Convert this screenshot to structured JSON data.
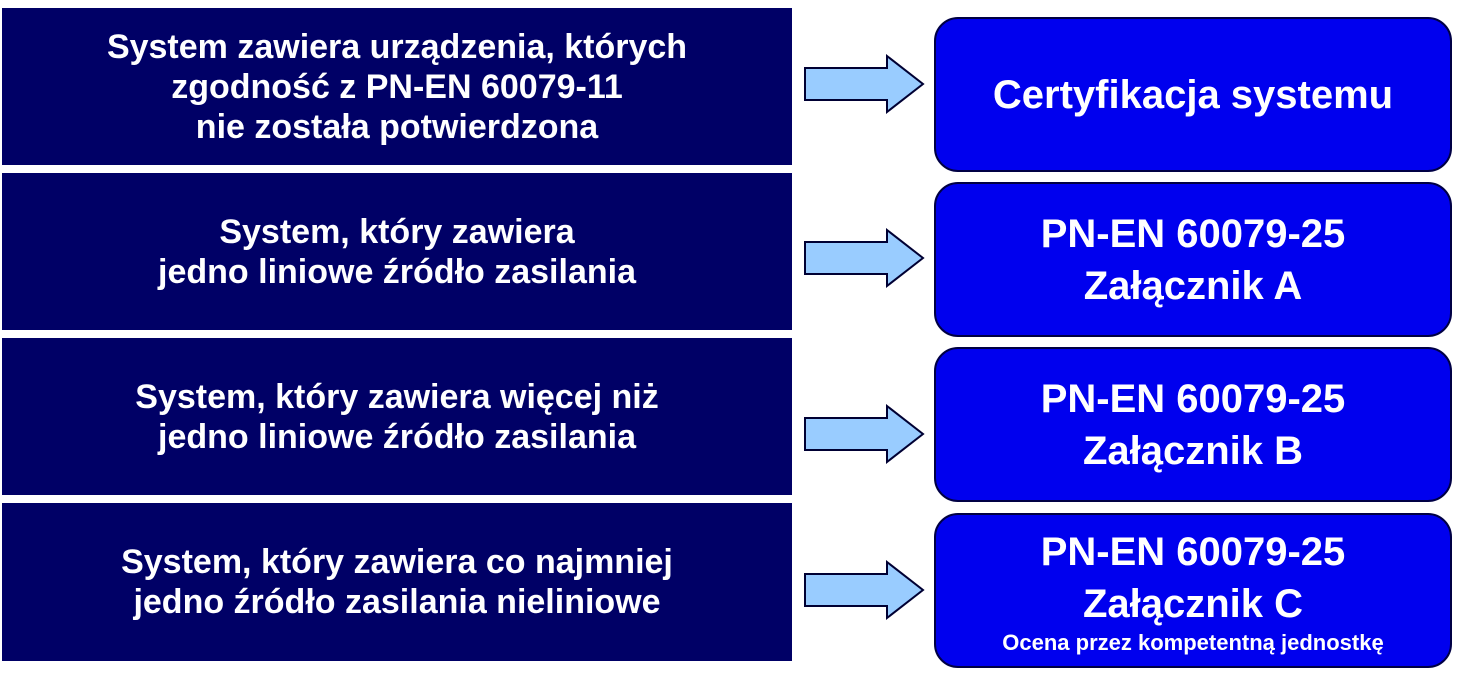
{
  "rows": [
    {
      "left_lines": [
        "System zawiera urządzenia, których",
        "zgodność z PN-EN 60079-11",
        "nie została potwierdzona"
      ],
      "right_lines": [
        "Certyfikacja systemu"
      ]
    },
    {
      "left_lines": [
        "System, który zawiera",
        "jedno liniowe źródło zasilania"
      ],
      "right_lines": [
        "PN-EN 60079-25",
        "Załącznik A"
      ]
    },
    {
      "left_lines": [
        "System, który zawiera więcej niż",
        "jedno liniowe źródło zasilania"
      ],
      "right_lines": [
        "PN-EN 60079-25",
        "Załącznik B"
      ]
    },
    {
      "left_lines": [
        "System, który zawiera co najmniej",
        "jedno źródło zasilania nieliniowe"
      ],
      "right_lines": [
        "PN-EN 60079-25",
        "Załącznik C"
      ],
      "right_note": "Ocena przez kompetentną jednostkę"
    }
  ],
  "colors": {
    "left_box": "#000066",
    "right_box": "#0000ee",
    "arrow_fill": "#99ccff",
    "arrow_stroke": "#000033",
    "text": "#ffffff"
  }
}
